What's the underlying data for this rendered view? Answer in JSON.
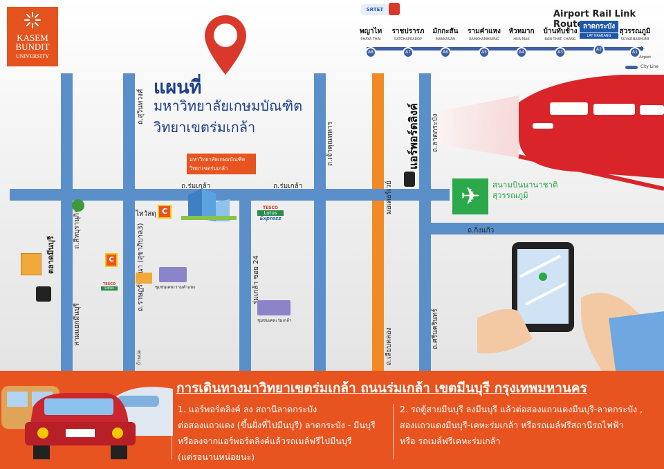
{
  "logo": {
    "line1": "KASEM",
    "line2": "BUNDIT",
    "line3": "UNIVERSITY"
  },
  "map_title": {
    "line1": "แผนที่",
    "line2": "มหาวิทยาลัยเกษมบัณฑิต",
    "line3": "วิทยาเขตร่มเกล้า"
  },
  "rail": {
    "operator": "SRTET",
    "title": "Airport Rail Link Route",
    "city_line": "City Line",
    "airport": "Airport",
    "stations": [
      {
        "th": "พญาไท",
        "en": "PHAYA THAI",
        "code": "A8"
      },
      {
        "th": "ราชปรารภ",
        "en": "RATCHAPRAROP",
        "code": "A7"
      },
      {
        "th": "มักกะสัน",
        "en": "MAKKASAN",
        "code": "A6"
      },
      {
        "th": "รามคำแหง",
        "en": "RAMKHAMHAENG",
        "code": "A5"
      },
      {
        "th": "หัวหมาก",
        "en": "HUA MAK",
        "code": "A4"
      },
      {
        "th": "บ้านทับช้าง",
        "en": "BAN THAP CHANG",
        "code": "A3"
      },
      {
        "th": "ลาดกระบัง",
        "en": "LAT KRABANG",
        "code": "A2"
      },
      {
        "th": "สุวรรณภูมิ",
        "en": "SUVARNABHUMI",
        "code": "A1"
      }
    ]
  },
  "roads": {
    "r_suwinthawong": "ถ.สุวินทวงศ์",
    "r_romklao_1": "ถ.ร่มเกล้า",
    "r_romklao_2": "ถ.ร่มเกล้า",
    "r_chaoyaiyommahan": "ถ.เจ้าคุณทหาร",
    "r_kingkaew": "ถ.กิ่งแก้ว",
    "r_latkrabang": "ถ.ลาดกระบัง",
    "r_seeniyom": "ถ.สีหบุรานุกิจ",
    "r_ramintra_area": "ถ.ราษฎร์พัฒนา (สุขาภิบาล3)",
    "r_romklao_soi24": "ร่มเกล้า ซอย 24",
    "r_motorway": "มอเตอร์เวย์",
    "r_srinakarin": "ถ.ศรีนครินทร์",
    "r_chaemsamphan": "สามแยกมีนบุรี",
    "r_bangchan": "บ้านบ่อ",
    "r_lamnong": "ถ.เลียบคลอง"
  },
  "places": {
    "university_label_1": "มหาวิทยาลัยเกษมบัณฑิต",
    "university_label_2": "วิทยาเขตร่มเกล้า",
    "thai_watsadu": "ไทวัสดุ",
    "tesco_top": "TESCO",
    "lotus": "Lotus",
    "express": "Express",
    "tesco_small": "TESCO",
    "lotus_small": "Lotus",
    "market": "ตลาดมีนบุรี",
    "airport_link": "แอร์พอร์ตลิงค์",
    "airport_name_1": "สนามบินนานาชาติ",
    "airport_name_2": "สุวรรณภูมิ",
    "community_1": "ชุมชนเคหะรามคำแหง",
    "community_2": "ชุมชนเคหะร่มเกล้า"
  },
  "footer": {
    "title": "การเดินทางมาวิทยาเขตร่มเกล้า ถนนร่มเกล้า เขตมีนบุรี กรุงเทพมหานคร",
    "col1": [
      "1. แอร์พอร์ตลิงค์ ลง สถานีลาดกระบัง",
      "ต่อสองแถวแดง (ขึ้นฝั่งที่ไปมีนบุรี) ลาดกระบัง - มีนบุรี",
      "หรือลงจากแอร์พอร์ตลิงค์แล้วรถเมล์ฟรีไปมีนบุรี",
      "(แต่รอนานหน่อยนะ)"
    ],
    "col2": [
      "2. รถตู้สายมีนบุรี ลงมีนบุรี แล้วต่อสองแถวแดงมีนบุรี-ลาดกระบัง ,",
      "สองแถวแดงมีนบุรี-เคหะร่มเกล้า หรือรถเมล์ฟรีสถานีรถไฟฟ้า",
      "หรือ รถเมล์ฟรีเคหะร่มเกล้า"
    ]
  },
  "colors": {
    "road": "#5b8fc9",
    "motorway": "#f08a24",
    "accent": "#e8541f",
    "pin": "#d9392b",
    "train": "#d9252a",
    "airport_green": "#2aa84a"
  }
}
